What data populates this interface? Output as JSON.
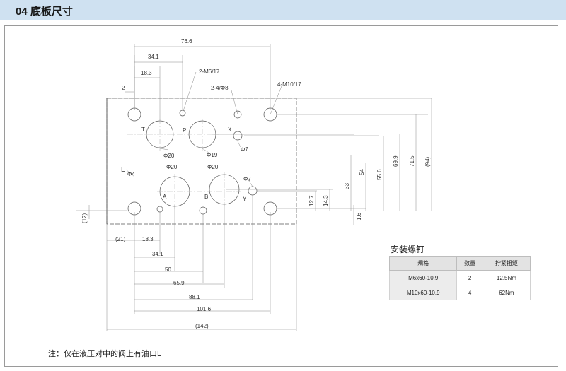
{
  "header": {
    "title": "04 底板尺寸"
  },
  "labels": {
    "d_76_6": "76.6",
    "d_34_1_top": "34.1",
    "d_18_3_top": "18.3",
    "d_2": "2",
    "thread_m6": "2-M6/17",
    "hole_4phi8": "2-4/Φ8",
    "thread_m10": "4-M10/17",
    "port_T": "T",
    "port_P": "P",
    "port_X": "X",
    "port_A": "A",
    "port_B": "B",
    "port_Y": "Y",
    "port_L": "L",
    "phi20_t": "Φ20",
    "phi19_p": "Φ19",
    "phi7_x": "Φ7",
    "phi20_a": "Φ20",
    "phi20_b": "Φ20",
    "phi7_y": "Φ7",
    "phi4_l": "Φ4",
    "v_1_6": "1.6",
    "v_12_7": "12.7",
    "v_14_3": "14.3",
    "v_33": "33",
    "v_54": "54",
    "v_55_6": "55.6",
    "v_69_9": "69.9",
    "v_71_5": "71.5",
    "v_94": "(94)",
    "v_12": "(12)",
    "b_21": "(21)",
    "b_18_3": "18.3",
    "b_34_1": "34.1",
    "b_50": "50",
    "b_65_9": "65.9",
    "b_88_1": "88.1",
    "b_101_6": "101.6",
    "b_142": "(142)"
  },
  "torque": {
    "title": "安装螺钉",
    "headers": [
      "规格",
      "数量",
      "拧紧扭矩"
    ],
    "rows": [
      [
        "M6x60-10.9",
        "2",
        "12.5Nm"
      ],
      [
        "M10x60-10.9",
        "4",
        "62Nm"
      ]
    ]
  },
  "note": "注：仅在液压对中的阀上有油口L"
}
